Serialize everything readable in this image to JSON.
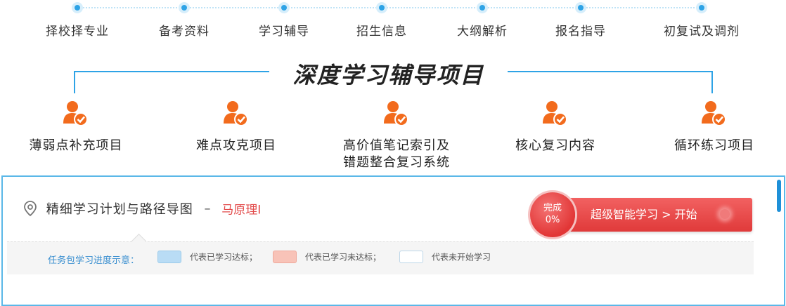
{
  "steps": [
    {
      "label": "择校择专业"
    },
    {
      "label": "备考资料"
    },
    {
      "label": "学习辅导"
    },
    {
      "label": "招生信息"
    },
    {
      "label": "大纲解析"
    },
    {
      "label": "报名指导"
    },
    {
      "label": "初复试及调剂"
    }
  ],
  "section_title": "深度学习辅导项目",
  "projects": [
    {
      "label": "薄弱点补充项目",
      "icon": "user-check-icon"
    },
    {
      "label": "难点攻克项目",
      "icon": "user-check-icon"
    },
    {
      "label_line1": "高价值笔记索引及",
      "label_line2": "错题整合复习系统",
      "icon": "user-check-icon"
    },
    {
      "label": "核心复习内容",
      "icon": "user-check-icon"
    },
    {
      "label": "循环练习项目",
      "icon": "user-check-icon"
    }
  ],
  "plan": {
    "title": "精细学习计划与路径导图",
    "dash": "–",
    "user": "马原理I",
    "progress_label": "完成",
    "progress_value": "0%",
    "start_button": "超级智能学习 > 开始",
    "legend_label": "任务包学习进度示意：",
    "legend": [
      {
        "text": "代表已学习达标；",
        "color": "#b9dcf5"
      },
      {
        "text": "代表已学习未达标；",
        "color": "#f8c3b8"
      },
      {
        "text": "代表未开始学习",
        "color": "#ffffff"
      }
    ]
  },
  "colors": {
    "accent_blue": "#2ea3e6",
    "accent_orange": "#f26b1d",
    "accent_red": "#e23636"
  }
}
